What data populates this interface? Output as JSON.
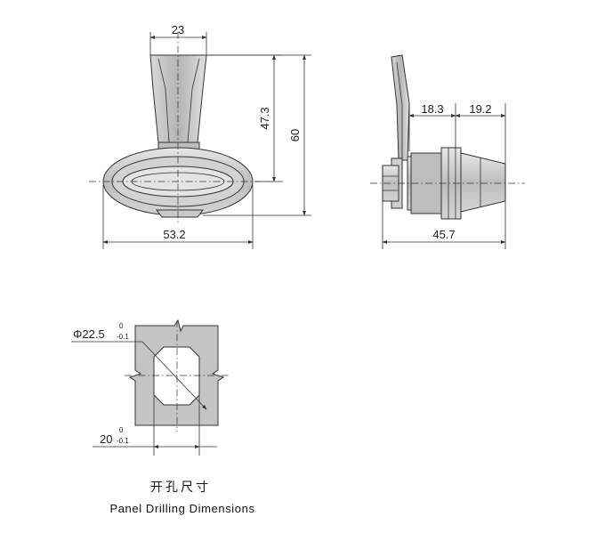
{
  "front_view": {
    "dim_width_top": "23",
    "dim_height_upper": "47.3",
    "dim_height_total": "60",
    "dim_width_bottom": "53.2"
  },
  "side_view": {
    "dim_a": "18.3",
    "dim_b": "19.2",
    "dim_length": "45.7"
  },
  "panel_cutout": {
    "diameter_label": "Φ22.5",
    "diameter_tol_upper": "0",
    "diameter_tol_lower": "-0.1",
    "flat_label": "20",
    "flat_tol_upper": "0",
    "flat_tol_lower": "-0.1"
  },
  "caption": {
    "chinese": "开孔尺寸",
    "english": "Panel Drilling Dimensions"
  },
  "colors": {
    "line": "#333333",
    "part_fill": "#c9c9c9",
    "panel_fill": "#c4c4c4"
  }
}
